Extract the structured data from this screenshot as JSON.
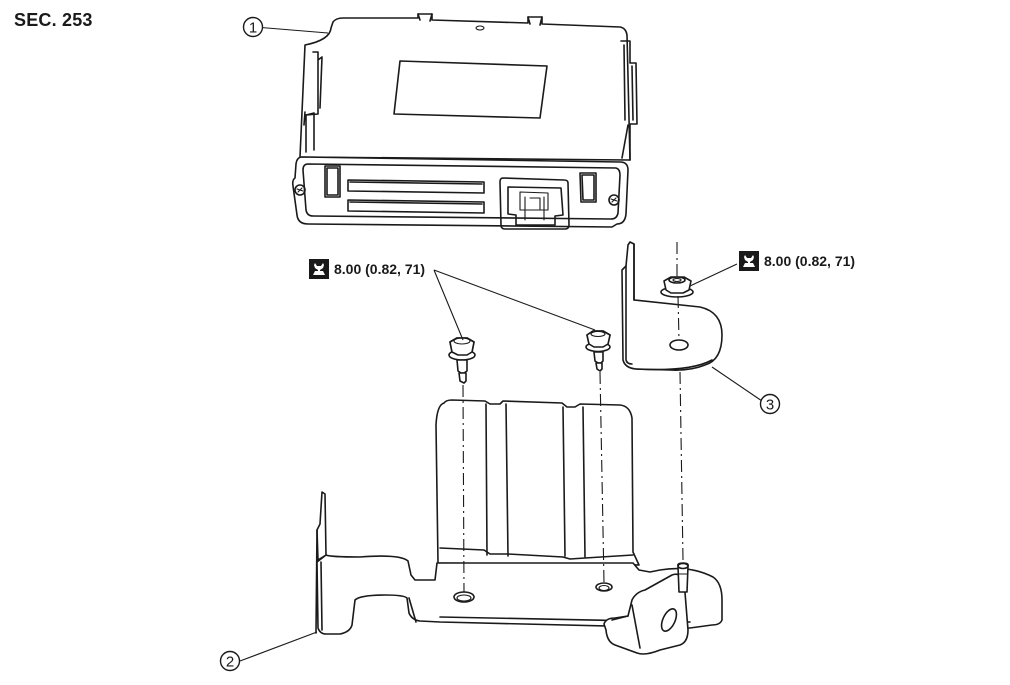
{
  "section": {
    "label": "SEC. 253"
  },
  "torque_specs": [
    {
      "icon": "torque-wrench-icon",
      "value": "8.00 (0.82, 71)",
      "applies_to": "bracket-bolts"
    },
    {
      "icon": "torque-wrench-icon",
      "value": "8.00 (0.82, 71)",
      "applies_to": "bracket-nut"
    }
  ],
  "callouts": [
    {
      "number": "1"
    },
    {
      "number": "2"
    },
    {
      "number": "3"
    }
  ],
  "colors": {
    "line": "#1a1a1a",
    "background": "#ffffff"
  }
}
